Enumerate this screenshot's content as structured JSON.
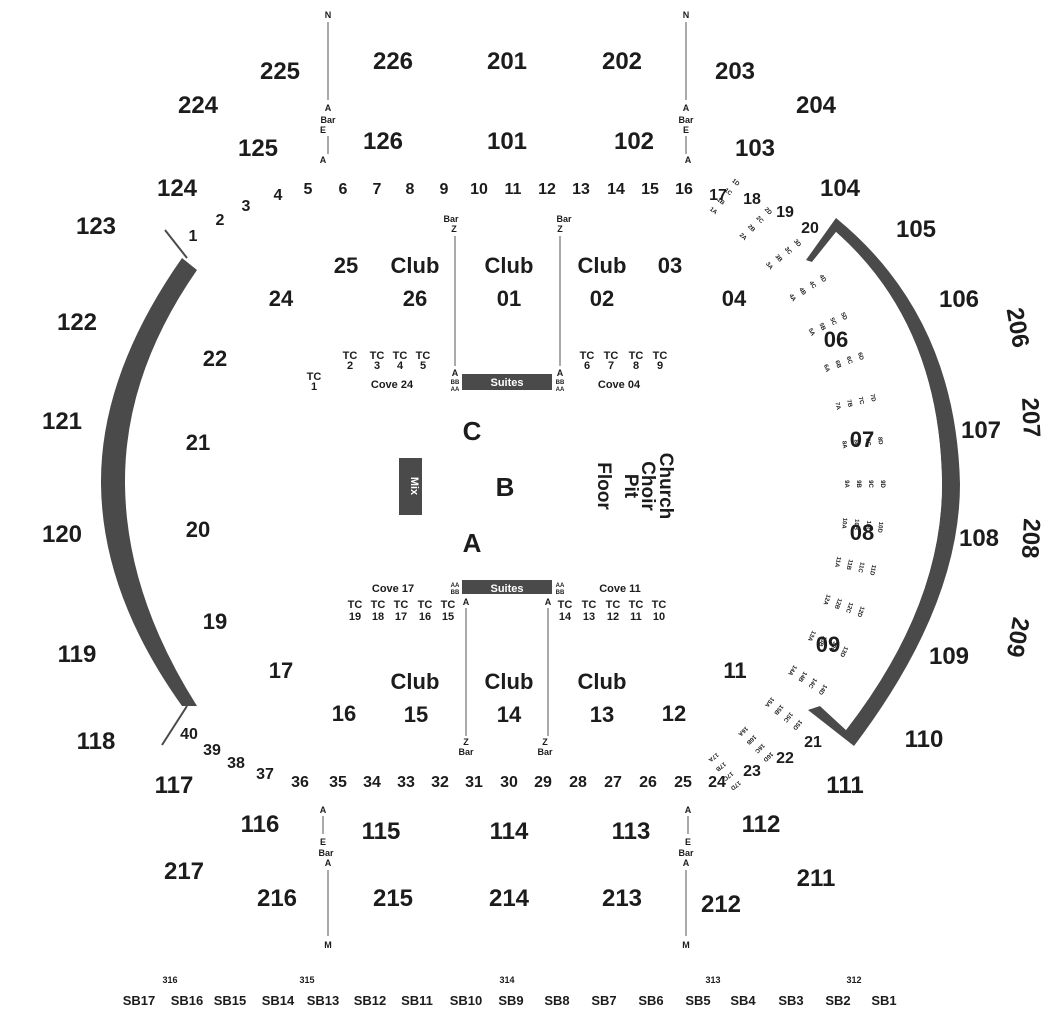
{
  "upper_sections": {
    "s225": "225",
    "s226": "226",
    "s201": "201",
    "s202": "202",
    "s203": "203",
    "s204": "204",
    "s224": "224",
    "s206": "206",
    "s207": "207",
    "s208": "208",
    "s209": "209",
    "s217": "217",
    "s216": "216",
    "s215": "215",
    "s214": "214",
    "s213": "213",
    "s212": "212",
    "s211": "211"
  },
  "lower_sections": {
    "s125": "125",
    "s126": "126",
    "s101": "101",
    "s102": "102",
    "s103": "103",
    "s124": "124",
    "s104": "104",
    "s123": "123",
    "s105": "105",
    "s122": "122",
    "s106": "106",
    "s121": "121",
    "s107": "107",
    "s120": "120",
    "s108": "108",
    "s119": "119",
    "s109": "109",
    "s118": "118",
    "s110": "110",
    "s117": "117",
    "s111": "111",
    "s116": "116",
    "s115": "115",
    "s114": "114",
    "s113": "113",
    "s112": "112"
  },
  "aisles_top": [
    "1",
    "2",
    "3",
    "4",
    "5",
    "6",
    "7",
    "8",
    "9",
    "10",
    "11",
    "12",
    "13",
    "14",
    "15",
    "16",
    "17",
    "18",
    "19",
    "20"
  ],
  "aisles_bottom": [
    "40",
    "39",
    "38",
    "37",
    "36",
    "35",
    "34",
    "33",
    "32",
    "31",
    "30",
    "29",
    "28",
    "27",
    "26",
    "25",
    "24",
    "23",
    "22",
    "21"
  ],
  "floor_sections": {
    "f25": "25",
    "club_l": "Club",
    "club_c": "Club",
    "club_r": "Club",
    "f03": "03",
    "f24": "24",
    "f26": "26",
    "f01": "01",
    "f02": "02",
    "f04": "04",
    "f22": "22",
    "f06": "06",
    "f21": "21",
    "f07": "07",
    "f20": "20",
    "f08": "08",
    "f19": "19",
    "f09": "09",
    "f17": "17",
    "f11": "11",
    "club_bl": "Club",
    "club_bc": "Club",
    "club_br": "Club",
    "f16": "16",
    "f15": "15",
    "f14": "14",
    "f13": "13",
    "f12": "12"
  },
  "zones": {
    "a": "A",
    "b": "B",
    "c": "C"
  },
  "stage": {
    "floor": "Floor",
    "choir": "Church Choir Pit",
    "choir_1": "Church",
    "choir_2": "Choir",
    "choir_3": "Pit",
    "mix": "Mix",
    "suites": "Suites"
  },
  "tc_top": [
    {
      "label": "TC",
      "num": "1"
    },
    {
      "label": "TC",
      "num": "2"
    },
    {
      "label": "TC",
      "num": "3"
    },
    {
      "label": "TC",
      "num": "4"
    },
    {
      "label": "TC",
      "num": "5"
    },
    {
      "label": "TC",
      "num": "6"
    },
    {
      "label": "TC",
      "num": "7"
    },
    {
      "label": "TC",
      "num": "8"
    },
    {
      "label": "TC",
      "num": "9"
    }
  ],
  "tc_bottom": [
    {
      "label": "TC",
      "num": "19"
    },
    {
      "label": "TC",
      "num": "18"
    },
    {
      "label": "TC",
      "num": "17"
    },
    {
      "label": "TC",
      "num": "16"
    },
    {
      "label": "TC",
      "num": "15"
    },
    {
      "label": "TC",
      "num": "14"
    },
    {
      "label": "TC",
      "num": "13"
    },
    {
      "label": "TC",
      "num": "12"
    },
    {
      "label": "TC",
      "num": "11"
    },
    {
      "label": "TC",
      "num": "10"
    }
  ],
  "coves": {
    "c24": "Cove 24",
    "c04": "Cove 04",
    "c17": "Cove 17",
    "c11": "Cove 11"
  },
  "markers": {
    "n": "N",
    "m": "M",
    "a": "A",
    "e": "E",
    "bar": "Bar",
    "z": "Z",
    "aa": "AA",
    "bb": "BB"
  },
  "box_rows": [
    "1A",
    "1B",
    "1C",
    "1D",
    "2A",
    "2B",
    "2C",
    "2D",
    "3A",
    "3B",
    "3C",
    "3D",
    "4A",
    "4B",
    "4C",
    "4D",
    "5A",
    "5B",
    "5C",
    "5D",
    "6A",
    "6B",
    "6C",
    "6D",
    "7A",
    "7B",
    "7C",
    "7D",
    "8A",
    "8B",
    "8C",
    "8D",
    "9A",
    "9B",
    "9C",
    "9D",
    "10A",
    "10B",
    "10C",
    "10D",
    "11A",
    "11B",
    "11C",
    "11D",
    "12A",
    "12B",
    "12C",
    "12D",
    "13A",
    "13B",
    "13C",
    "13D",
    "14A",
    "14B",
    "14C",
    "14D",
    "15A",
    "15B",
    "15C",
    "15D",
    "16A",
    "16B",
    "16C",
    "16D",
    "17A",
    "17B",
    "17C",
    "17D"
  ],
  "sky_boxes": {
    "groups": [
      "316",
      "315",
      "314",
      "313",
      "312"
    ],
    "boxes": [
      "SB17",
      "SB16",
      "SB15",
      "SB14",
      "SB13",
      "SB12",
      "SB11",
      "SB10",
      "SB9",
      "SB8",
      "SB7",
      "SB6",
      "SB5",
      "SB4",
      "SB3",
      "SB2",
      "SB1"
    ]
  },
  "colors": {
    "structure": "#4a4a4a",
    "text": "#1c1c1c",
    "background": "#ffffff"
  }
}
